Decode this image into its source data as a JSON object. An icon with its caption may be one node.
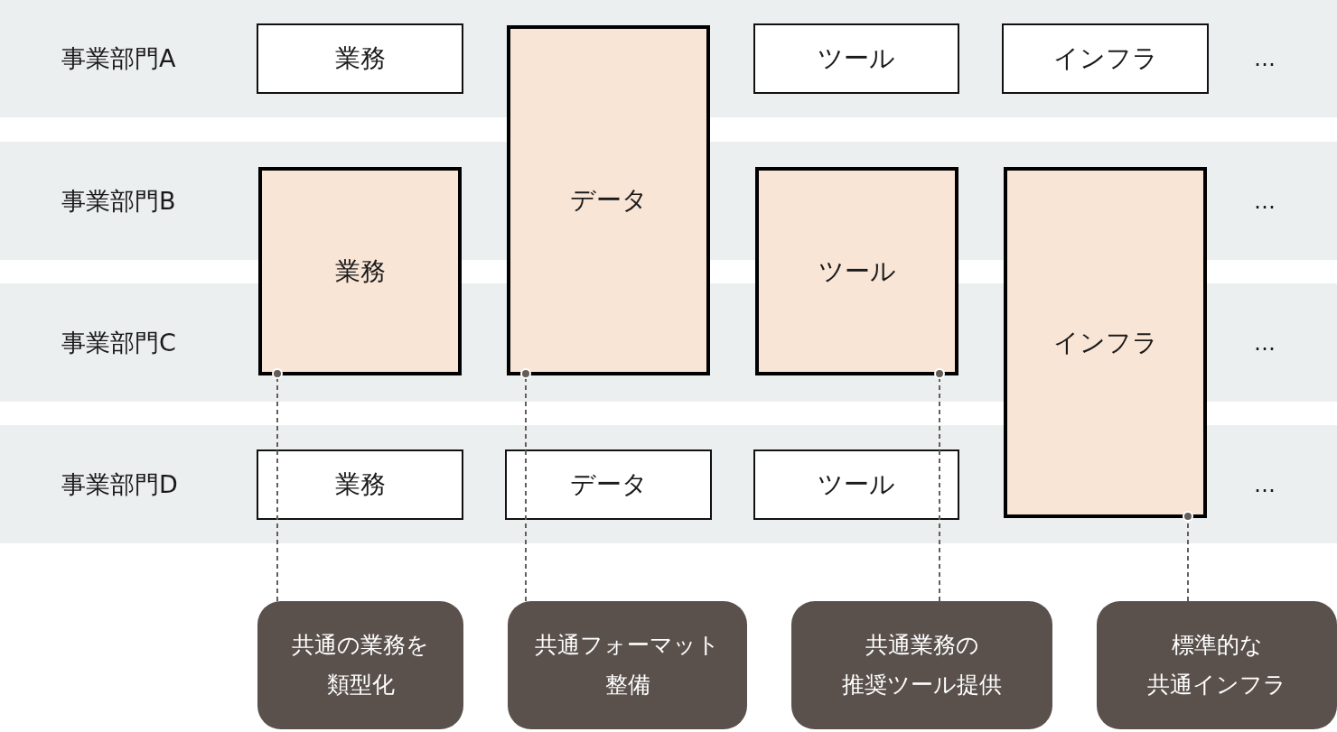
{
  "diagram": {
    "nodes": [
      {
        "text": [
          "事業部門A",
          "…"
        ]
      },
      {
        "text": [
          "業務"
        ],
        "in": 0
      },
      {
        "text": [
          "データ"
        ]
      },
      {
        "text": [
          "ツール"
        ],
        "in": 0
      },
      {
        "text": [
          "インフラ"
        ],
        "in": 0
      },
      {
        "text": [
          "事業部門B",
          "…"
        ]
      },
      {
        "text": [
          "業務"
        ]
      },
      {
        "text": [
          "ツール"
        ]
      },
      {
        "text": [
          "インフラ"
        ]
      },
      {
        "text": [
          "事業部門C",
          "…"
        ]
      },
      {
        "text": [
          "事業部門D",
          "…"
        ]
      },
      {
        "text": [
          "業務"
        ],
        "in": 10
      },
      {
        "text": [
          "データ"
        ],
        "in": 10
      },
      {
        "text": [
          "ツール"
        ],
        "in": 10
      },
      {
        "text": [
          "共通の業務を類型化"
        ]
      },
      {
        "text": [
          "共通フォーマット整備"
        ]
      },
      {
        "text": [
          "共通業務の推奨ツール提供"
        ]
      },
      {
        "text": [
          "標準的な共通インフラ"
        ]
      }
    ],
    "edges": [
      {
        "from": 14,
        "to": 6,
        "arrow": "other",
        "style": "dashed"
      },
      {
        "from": 15,
        "to": 2,
        "arrow": "other",
        "style": "dashed"
      },
      {
        "from": 16,
        "to": 7,
        "arrow": "other",
        "style": "dashed"
      },
      {
        "from": 17,
        "to": 8,
        "arrow": "other",
        "style": "dashed"
      }
    ]
  }
}
